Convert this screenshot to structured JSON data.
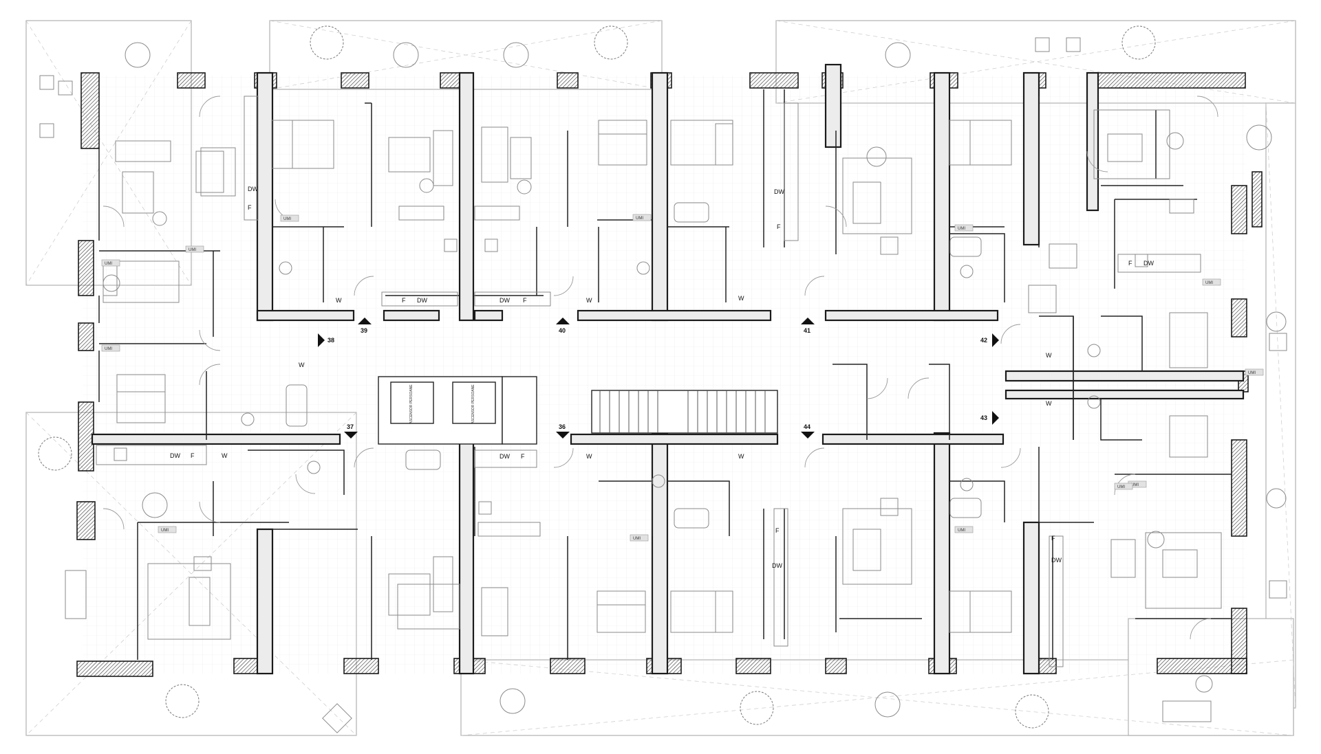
{
  "drawing": {
    "title": "Residential floor plan",
    "entrance_markers": [
      "36",
      "37",
      "38",
      "39",
      "40",
      "41",
      "42",
      "43",
      "44"
    ],
    "appliance_labels": {
      "dishwasher": "DW",
      "fridge": "F",
      "washer": "W"
    },
    "utility_label": "UMI",
    "elevator_label": "ASCENSOR PERSOANE",
    "tree_symbol": "tree-icon"
  }
}
